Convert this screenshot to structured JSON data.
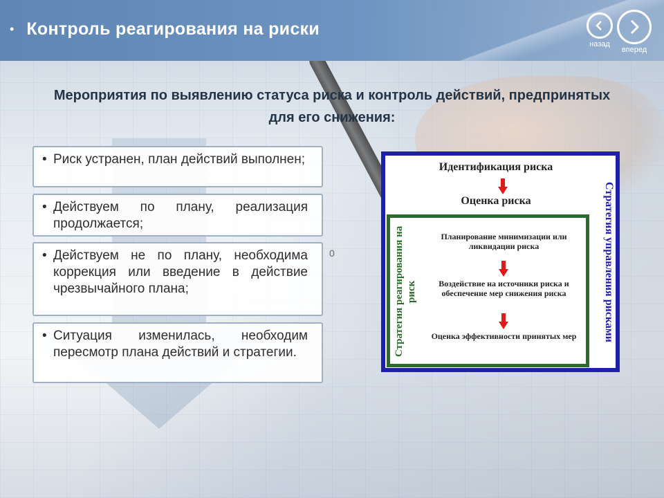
{
  "header": {
    "title": "Контроль реагирования на риски",
    "nav_back_label": "назад",
    "nav_forward_label": "вперед"
  },
  "subtitle": "Мероприятия по выявлению статуса риска и контроль действий, предпринятых для его снижения:",
  "status_items": [
    "Риск устранен, план действий выполнен;",
    "Действуем по плану, реализация продолжается;",
    "Действуем не по плану, необходима коррекция или введение в действие чрезвычайного плана;",
    "Ситуация изменилась, необходим пересмотр плана действий и стратегии."
  ],
  "stray_mark": "0",
  "diagram": {
    "step1": "Идентификация риска",
    "step2": "Оценка риска",
    "step3": "Планирование минимизации или ликвидации риска",
    "step4": "Воздействие на источники риска и обеспечение мер снижения риска",
    "step5": "Оценка эффективности принятых мер",
    "left_vertical": "Стратегия реагирования на риск",
    "right_vertical": "Стратегия управления рисками",
    "colors": {
      "outer_border": "#1f1fae",
      "inner_border": "#2d6a2d",
      "arrow": "#e01a1a"
    }
  }
}
